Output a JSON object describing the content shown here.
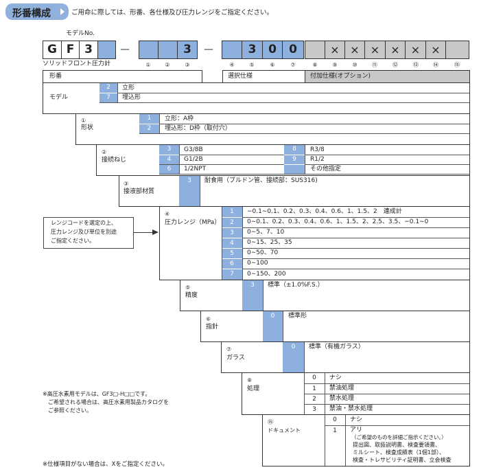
{
  "header": {
    "title": "形番構成",
    "subtitle": "ご用命に際しては、形番、各仕様及び圧力レンジをご指定ください。"
  },
  "code": {
    "model_label": "モデルNo.",
    "prefix_letters": [
      "G",
      "F",
      "3"
    ],
    "dash": "—",
    "fixed_values": {
      "pos3": "3",
      "pos5": "3",
      "pos6": "0",
      "pos7": "0"
    },
    "x_mark": "×",
    "caption": "ソリッドフロント圧力計",
    "position_numbers": [
      "①",
      "②",
      "③",
      "④",
      "⑤",
      "⑥",
      "⑦",
      "⑧",
      "⑨",
      "⑩",
      "⑪",
      "⑫",
      "⑬",
      "⑭",
      "⑮"
    ]
  },
  "table_header": {
    "col1": "形番",
    "col2": "選択仕様",
    "col3": "付加仕様(オプション)"
  },
  "model": {
    "label": "モデル",
    "rows": [
      {
        "code": "2",
        "desc": "立形"
      },
      {
        "code": "7",
        "desc": "埋込形"
      }
    ]
  },
  "shape": {
    "num": "①",
    "label": "形状",
    "rows": [
      {
        "code": "1",
        "desc": "立形：A枠"
      },
      {
        "code": "2",
        "desc": "埋込形：D枠（取付穴）"
      }
    ]
  },
  "thread": {
    "num": "②",
    "label": "接続ねじ",
    "left": [
      {
        "code": "3",
        "desc": "G3/8B"
      },
      {
        "code": "4",
        "desc": "G1/2B"
      },
      {
        "code": "6",
        "desc": "1/2NPT"
      }
    ],
    "right": [
      {
        "code": "8",
        "desc": "R3/8"
      },
      {
        "code": "9",
        "desc": "R1/2"
      },
      {
        "code": "",
        "desc": "その他指定"
      }
    ]
  },
  "material": {
    "num": "③",
    "label": "接液部材質",
    "code": "3",
    "desc": "耐食用（ブルドン管、接続部：SUS316)"
  },
  "range": {
    "num": "④",
    "label": "圧力レンジ（MPa）",
    "note": [
      "レンジコードを選定の上、",
      "圧力レンジ及び単位を別途",
      "ご指定ください。"
    ],
    "rows": [
      {
        "code": "1",
        "desc": "−0.1∼0.1、0.2、0.3、0.4、0.6、1、1.5、2　連成計"
      },
      {
        "code": "2",
        "desc": "0∼0.1、0.2、0.3、0.4、0.6、1、1.5、2、2.5、3.5、−0.1∼0"
      },
      {
        "code": "3",
        "desc": "0∼5、7、10"
      },
      {
        "code": "4",
        "desc": "0∼15、25、35"
      },
      {
        "code": "5",
        "desc": "0∼50、70"
      },
      {
        "code": "6",
        "desc": "0∼100"
      },
      {
        "code": "7",
        "desc": "0∼150、200"
      }
    ]
  },
  "accuracy": {
    "num": "⑤",
    "label": "精度",
    "code": "3",
    "desc": "標準（±1.0%F.S.）"
  },
  "pointer": {
    "num": "⑥",
    "label": "指針",
    "code": "0",
    "desc": "標準形"
  },
  "glass": {
    "num": "⑦",
    "label": "ガラス",
    "code": "0",
    "desc": "標準（有機ガラス）"
  },
  "treatment": {
    "num": "⑧",
    "label": "処理",
    "rows": [
      {
        "code": "0",
        "desc": "ナシ"
      },
      {
        "code": "1",
        "desc": "禁油処理"
      },
      {
        "code": "2",
        "desc": "禁水処理"
      },
      {
        "code": "3",
        "desc": "禁油・禁水処理"
      }
    ]
  },
  "document": {
    "num": "⑮",
    "label": "ドキュメント",
    "rows": [
      {
        "code": "0",
        "desc": [
          "ナシ"
        ]
      },
      {
        "code": "1",
        "desc": [
          "アリ",
          "（ご希望のものを詳細ご指示ください。）",
          "提出図、取扱説明書、検査要領書、",
          "ミルシート、検査成績表（1個1部）、",
          "検査・トレサビリティ証明書、立会検査"
        ]
      }
    ]
  },
  "notes": {
    "high_pressure": [
      "※高圧水素用モデルは、GF3□-H□□です。",
      "ご希望される場合は、高圧水素用製品カタログを",
      "ご参照ください。"
    ],
    "bottom": "※仕様項目がない場合は、Xをご指定ください。"
  }
}
